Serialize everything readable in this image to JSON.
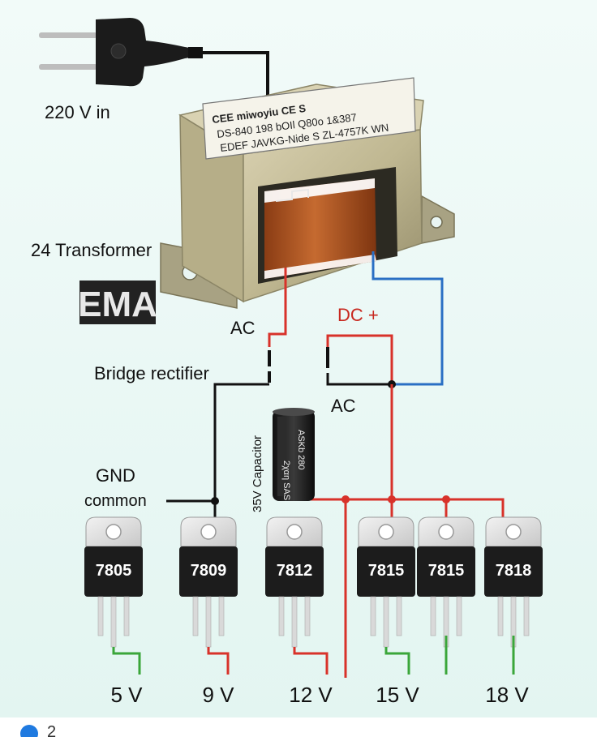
{
  "labels": {
    "input": "220 V in",
    "transformer": "24 Transformer",
    "logo": "EMA",
    "ac_top": "AC",
    "dc_plus": "DC +",
    "bridge": "Bridge rectifier",
    "ac_bottom": "AC",
    "gnd_line1": "GND",
    "gnd_line2": "common",
    "capacitor": "35V Capacitor"
  },
  "transformer_plate": {
    "line1": "CEE miwoyiu CE S",
    "line2": "DS-840  198  bOIl   Q80o   1&387",
    "line3": "EDEF JAVKG-Nide  S   ZL-4757K WN"
  },
  "capacitor_marking": {
    "line1": "ASKb 280",
    "line2": "2χαη SAS"
  },
  "regulators": [
    {
      "part": "7805",
      "output": "5 V"
    },
    {
      "part": "7809",
      "output": "9 V"
    },
    {
      "part": "7812",
      "output": "12 V"
    },
    {
      "part": "7815",
      "output": "15 V"
    },
    {
      "part": "7815",
      "output": ""
    },
    {
      "part": "7818",
      "output": "18 V"
    }
  ],
  "footer": {
    "count": "2"
  },
  "colors": {
    "background": "#eaf8f4",
    "wire_red": "#d8322a",
    "wire_blue": "#2a6fc4",
    "wire_black": "#111111",
    "wire_green": "#3aa63a",
    "regulator_body": "#1c1c1c",
    "coil": "#b45a22",
    "accent_badge": "#1f7ae0"
  },
  "icons": [
    "power-plug-icon",
    "transformer-icon",
    "capacitor-icon",
    "regulator-icon",
    "info-badge-icon"
  ]
}
